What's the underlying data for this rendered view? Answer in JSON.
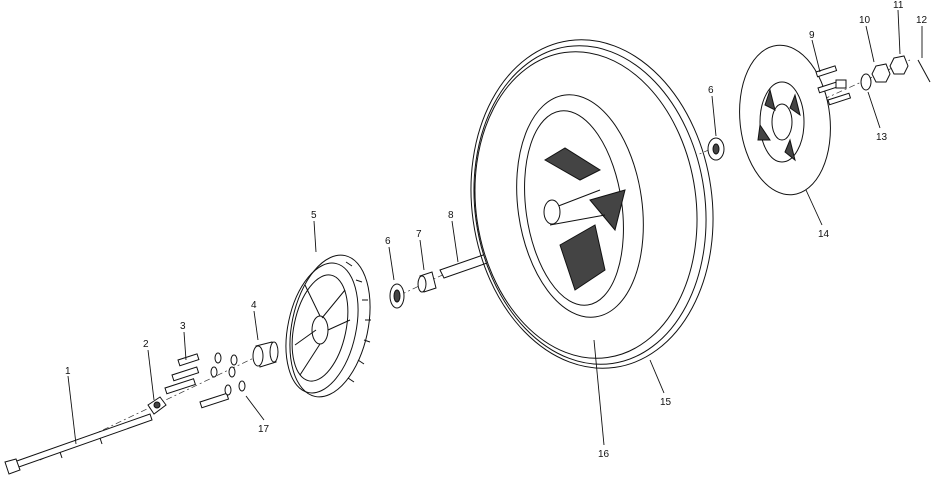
{
  "callouts": {
    "c1": "1",
    "c2": "2",
    "c3": "3",
    "c4": "4",
    "c5": "5",
    "c6a": "6",
    "c6b": "6",
    "c7": "7",
    "c8": "8",
    "c9": "9",
    "c10": "10",
    "c11": "11",
    "c12": "12",
    "c13": "13",
    "c14": "14",
    "c15": "15",
    "c16": "16",
    "c17": "17"
  }
}
